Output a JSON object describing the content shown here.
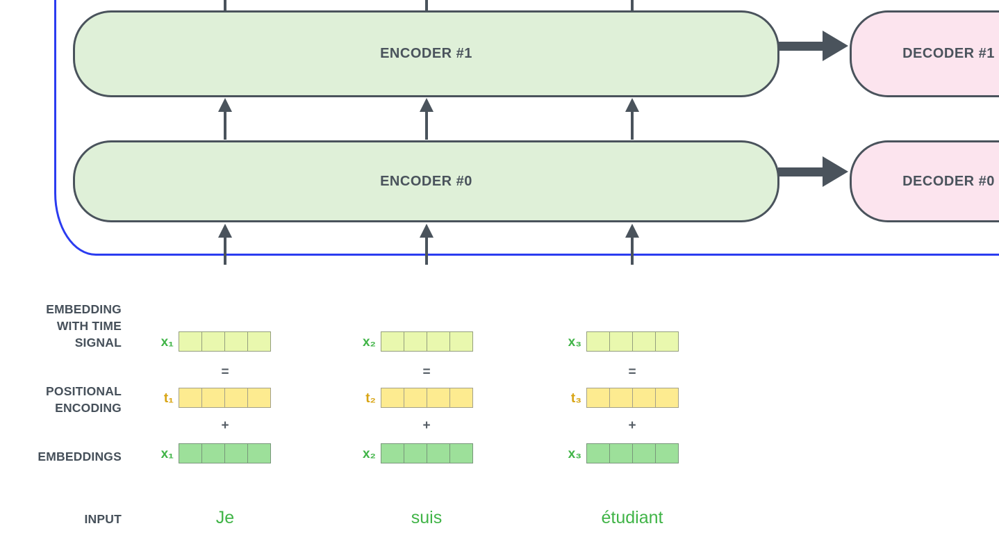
{
  "diagram": {
    "encoders": [
      {
        "label": "ENCODER #1"
      },
      {
        "label": "ENCODER #0"
      }
    ],
    "decoders": [
      {
        "label": "DECODER #1"
      },
      {
        "label": "DECODER #0"
      }
    ]
  },
  "section_labels": {
    "time_signal": [
      "EMBEDDING",
      "WITH TIME",
      "SIGNAL"
    ],
    "positional": [
      "POSITIONAL",
      "ENCODING"
    ],
    "embeddings": "EMBEDDINGS",
    "input": "INPUT"
  },
  "operators": {
    "equals": "=",
    "plus": "+"
  },
  "vector_cells": 4,
  "columns": [
    {
      "time_label": "x₁",
      "pos_label": "t₁",
      "embed_label": "x₁",
      "word": "Je"
    },
    {
      "time_label": "x₂",
      "pos_label": "t₂",
      "embed_label": "x₂",
      "word": "suis"
    },
    {
      "time_label": "x₃",
      "pos_label": "t₃",
      "embed_label": "x₃",
      "word": "étudiant"
    }
  ],
  "colors": {
    "blue_frame": "#2b3cf0",
    "outline": "#4a535c",
    "encoder_fill": "#dff0d8",
    "decoder_fill": "#fce4ee",
    "label_text": "#46505a",
    "green_text": "#40b447",
    "gold_text": "#d8a413",
    "time_cell_fill": "#e9f8ae",
    "time_cell_border": "#949e7e",
    "pos_cell_fill": "#fdeb90",
    "pos_cell_border": "#a3a08a",
    "embed_cell_fill": "#9de09a",
    "embed_cell_border": "#78967a"
  }
}
